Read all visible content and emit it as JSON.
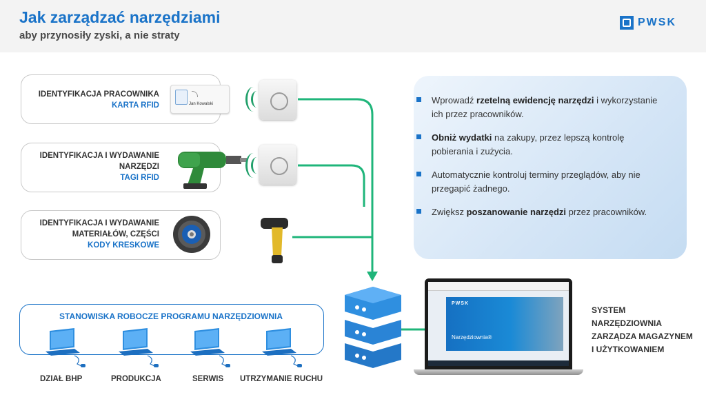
{
  "header": {
    "title": "Jak zarządzać narzędziami",
    "subtitle": "aby przynosiły zyski, a nie straty",
    "logo": "PWSK"
  },
  "cards": [
    {
      "lines": [
        "IDENTYFIKACJA PRACOWNIKA"
      ],
      "highlight": "KARTA RFID"
    },
    {
      "lines": [
        "IDENTYFIKACJA I WYDAWANIE",
        "NARZĘDZI"
      ],
      "highlight": "TAGI RFID"
    },
    {
      "lines": [
        "IDENTYFIKACJA I WYDAWANIE",
        "MATERIAŁÓW, CZĘŚCI"
      ],
      "highlight": "KODY KRESKOWE"
    }
  ],
  "rfid_card": {
    "name": "Jan Kowalski"
  },
  "bullets": [
    {
      "pre": "Wprowadź ",
      "bold": "rzetelną ewidencję narzędzi",
      "post": " i wykorzystanie ich przez pracowników."
    },
    {
      "pre": "",
      "bold": "Obniż wydatki",
      "post": " na zakupy, przez lepszą kontrolę pobierania i zużycia."
    },
    {
      "pre": "Automatycznie kontroluj terminy przeglądów, aby nie przegapić żadnego.",
      "bold": "",
      "post": ""
    },
    {
      "pre": "Zwiększ ",
      "bold": "poszanowanie narzędzi",
      "post": " przez pracowników."
    }
  ],
  "stations": {
    "title": "STANOWISKA ROBOCZE PROGRAMU NARZĘDZIOWNIA",
    "items": [
      "DZIAŁ BHP",
      "PRODUKCJA",
      "SERWIS",
      "UTRZYMANIE RUCHU"
    ]
  },
  "system": {
    "lines": [
      "SYSTEM",
      "NARZĘDZIOWNIA",
      "ZARZĄDZA MAGAZYNEM",
      "I UŻYTKOWANIEM"
    ]
  },
  "laptop_screen": {
    "logo": "PWSK",
    "product": "Narzędziownia®"
  },
  "colors": {
    "accent": "#1a73c8",
    "arrow": "#1fb57a"
  }
}
